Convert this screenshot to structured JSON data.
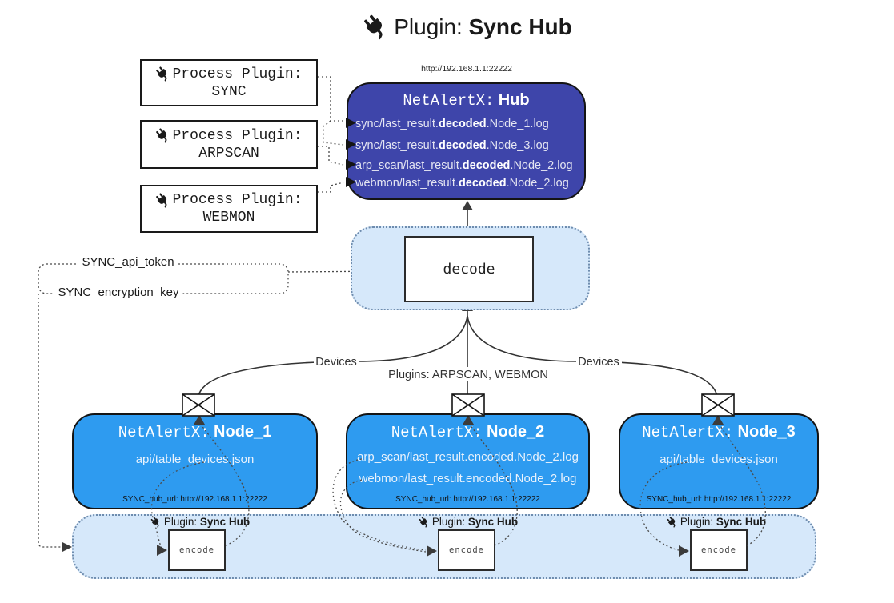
{
  "title": {
    "prefix": "Plugin:",
    "bold": "Sync Hub"
  },
  "process_plugins": [
    {
      "label": "Process Plugin:",
      "name": "SYNC"
    },
    {
      "label": "Process Plugin:",
      "name": "ARPSCAN"
    },
    {
      "label": "Process Plugin:",
      "name": "WEBMON"
    }
  ],
  "hub": {
    "url": "http://192.168.1.1:22222",
    "prefix": "NetAlertX:",
    "name": "Hub",
    "rows": [
      {
        "pre": "sync/last_result.",
        "bold": "decoded",
        "post": ".Node_1.log"
      },
      {
        "pre": "sync/last_result.",
        "bold": "decoded",
        "post": ".Node_3.log"
      },
      {
        "pre": "arp_scan/last_result.",
        "bold": "decoded",
        "post": ".Node_2.log"
      },
      {
        "pre": "webmon/last_result.",
        "bold": "decoded",
        "post": ".Node_2.log"
      }
    ]
  },
  "decode": {
    "label": "decode"
  },
  "secrets": {
    "api_token": "SYNC_api_token",
    "encryption_key": "SYNC_encryption_key"
  },
  "edges": {
    "devices_left": "Devices",
    "devices_right": "Devices",
    "plugins_middle": "Plugins: ARPSCAN, WEBMON"
  },
  "nodes": [
    {
      "prefix": "NetAlertX:",
      "name": "Node_1",
      "files": [
        "api/table_devices.json"
      ],
      "hub_url": "SYNC_hub_url: http://192.168.1.1:22222"
    },
    {
      "prefix": "NetAlertX:",
      "name": "Node_2",
      "files": [
        "arp_scan/last_result.encoded.Node_2.log",
        "webmon/last_result.encoded.Node_2.log"
      ],
      "hub_url": "SYNC_hub_url: http://192.168.1.1:22222"
    },
    {
      "prefix": "NetAlertX:",
      "name": "Node_3",
      "files": [
        "api/table_devices.json"
      ],
      "hub_url": "SYNC_hub_url: http://192.168.1.1:22222"
    }
  ],
  "encoders": [
    {
      "prefix": "Plugin:",
      "bold": "Sync Hub",
      "box": "encode"
    },
    {
      "prefix": "Plugin:",
      "bold": "Sync Hub",
      "box": "encode"
    },
    {
      "prefix": "Plugin:",
      "bold": "Sync Hub",
      "box": "encode"
    }
  ],
  "colors": {
    "hub_bg": "#3E45AA",
    "node_bg": "#2E9BF0",
    "panel_bg": "#D6E8FA",
    "panel_border": "#6E8CAE",
    "line": "#333333"
  }
}
